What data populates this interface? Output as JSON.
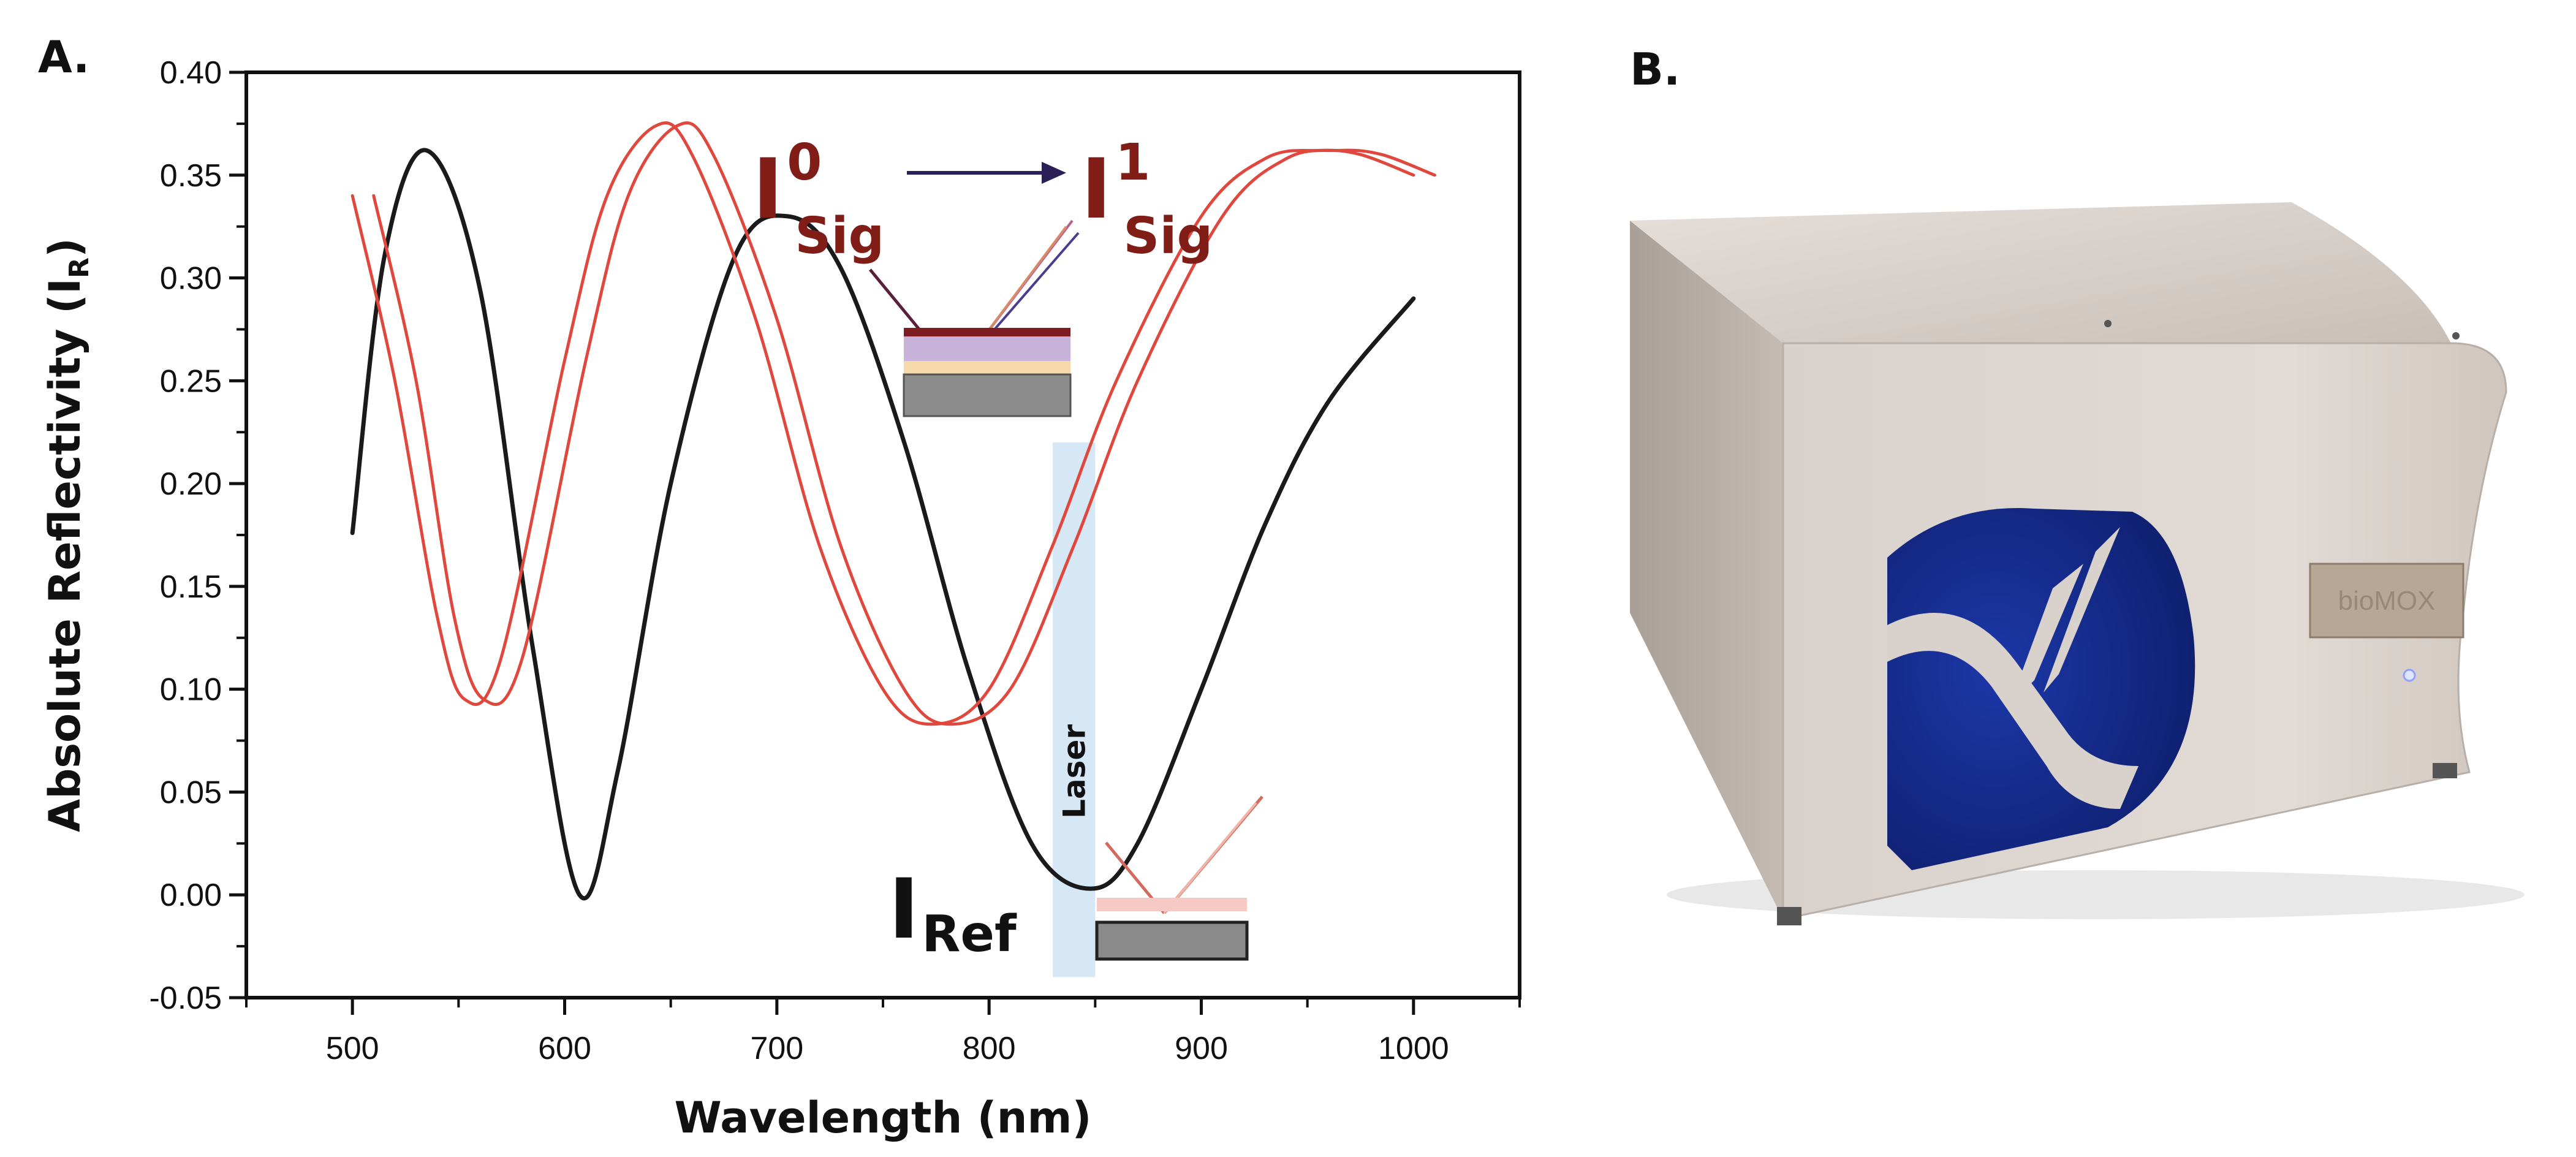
{
  "panel_a": {
    "label": "A."
  },
  "panel_b": {
    "label": "B.",
    "device_text": "bioMOX"
  },
  "colors": {
    "reference_curve": "#1a1a1a",
    "signal_curve": "#e0483e",
    "annotation_dark_red": "#7f1d16",
    "laser_band": "#cfe3f5",
    "device_body": "#d7cfc9",
    "logo_blue": "#142a8c"
  },
  "chart_data": {
    "type": "line",
    "xlabel": "Wavelength (nm)",
    "ylabel": "Absolute Reflectivity (I",
    "ylabel_sub": "R",
    "ylabel_end": ")",
    "xlim": [
      450,
      1050
    ],
    "ylim": [
      -0.05,
      0.4
    ],
    "xticks": [
      500,
      600,
      700,
      800,
      900,
      1000
    ],
    "xtick_labels": [
      "500",
      "600",
      "700",
      "800",
      "900",
      "1000"
    ],
    "yticks": [
      -0.05,
      0.0,
      0.05,
      0.1,
      0.15,
      0.2,
      0.25,
      0.3,
      0.35,
      0.4
    ],
    "ytick_labels": [
      "-0.05",
      "0.00",
      "0.05",
      "0.10",
      "0.15",
      "0.20",
      "0.25",
      "0.30",
      "0.35",
      "0.40"
    ],
    "grid": false,
    "series": [
      {
        "color": "#1a1a1a",
        "x": [
          500,
          515,
          535,
          560,
          585,
          607,
          625,
          650,
          680,
          705,
          730,
          760,
          790,
          820,
          848,
          870,
          900,
          930,
          960,
          1000
        ],
        "y": [
          0.176,
          0.31,
          0.362,
          0.295,
          0.12,
          0.0,
          0.06,
          0.2,
          0.31,
          0.33,
          0.305,
          0.22,
          0.11,
          0.025,
          0.003,
          0.025,
          0.1,
          0.18,
          0.24,
          0.29
        ]
      },
      {
        "color": "#e0483e",
        "x": [
          500,
          520,
          540,
          553,
          570,
          600,
          620,
          643,
          660,
          690,
          720,
          750,
          773,
          800,
          830,
          860,
          900,
          930,
          955,
          975,
          1000
        ],
        "y": [
          0.34,
          0.25,
          0.135,
          0.095,
          0.115,
          0.26,
          0.34,
          0.374,
          0.36,
          0.28,
          0.17,
          0.1,
          0.083,
          0.1,
          0.17,
          0.25,
          0.33,
          0.358,
          0.362,
          0.36,
          0.35
        ]
      },
      {
        "color": "#e0483e",
        "x": [
          510,
          530,
          548,
          562,
          580,
          610,
          630,
          653,
          670,
          700,
          730,
          760,
          782,
          810,
          840,
          870,
          910,
          940,
          965,
          985,
          1010
        ],
        "y": [
          0.34,
          0.25,
          0.135,
          0.095,
          0.115,
          0.26,
          0.34,
          0.374,
          0.36,
          0.28,
          0.17,
          0.1,
          0.083,
          0.1,
          0.17,
          0.25,
          0.33,
          0.358,
          0.362,
          0.36,
          0.35
        ]
      }
    ],
    "laser_band": {
      "x_from": 830,
      "x_to": 850,
      "y_from": -0.04,
      "y_to": 0.22,
      "label": "Laser"
    },
    "annotations": {
      "sig0": {
        "main": "I",
        "sup": "0",
        "sub": "Sig"
      },
      "sig1": {
        "main": "I",
        "sup": "1",
        "sub": "Sig"
      },
      "ref": {
        "main": "I",
        "sub": "Ref"
      }
    }
  }
}
